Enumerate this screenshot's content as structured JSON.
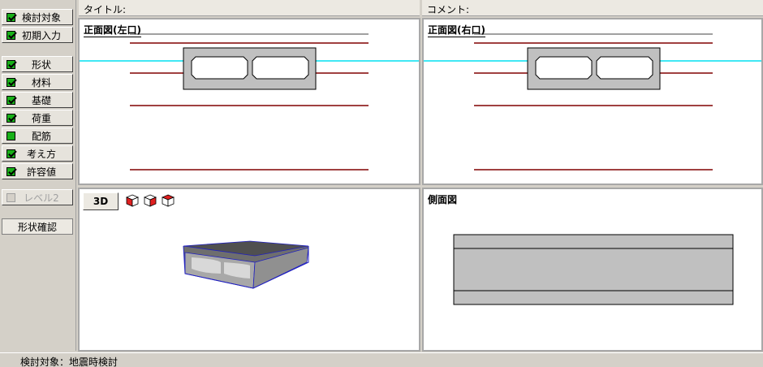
{
  "sidebar": {
    "items": [
      {
        "label": "検討対象",
        "checked": true
      },
      {
        "label": "初期入力",
        "checked": true
      },
      {
        "label": "形状",
        "checked": true
      },
      {
        "label": "材料",
        "checked": true
      },
      {
        "label": "基礎",
        "checked": true
      },
      {
        "label": "荷重",
        "checked": true
      },
      {
        "label": "配筋",
        "checked": false
      },
      {
        "label": "考え方",
        "checked": true
      },
      {
        "label": "許容値",
        "checked": true
      }
    ],
    "level2": "レベル2",
    "confirm": "形状確認"
  },
  "header": {
    "title_label": "タイトル:",
    "comment_label": "コメント:"
  },
  "panes": {
    "front_left": "正面図(左口)",
    "front_right": "正面図(右口)",
    "side": "側面図",
    "view3d_button": "3D"
  },
  "status": {
    "text": "検討対象：地震時検討"
  },
  "colors": {
    "accent_check": "#18b018",
    "water_line": "#00e0f0",
    "rebar_line": "#800000",
    "box_fill": "#c0c0c0"
  }
}
